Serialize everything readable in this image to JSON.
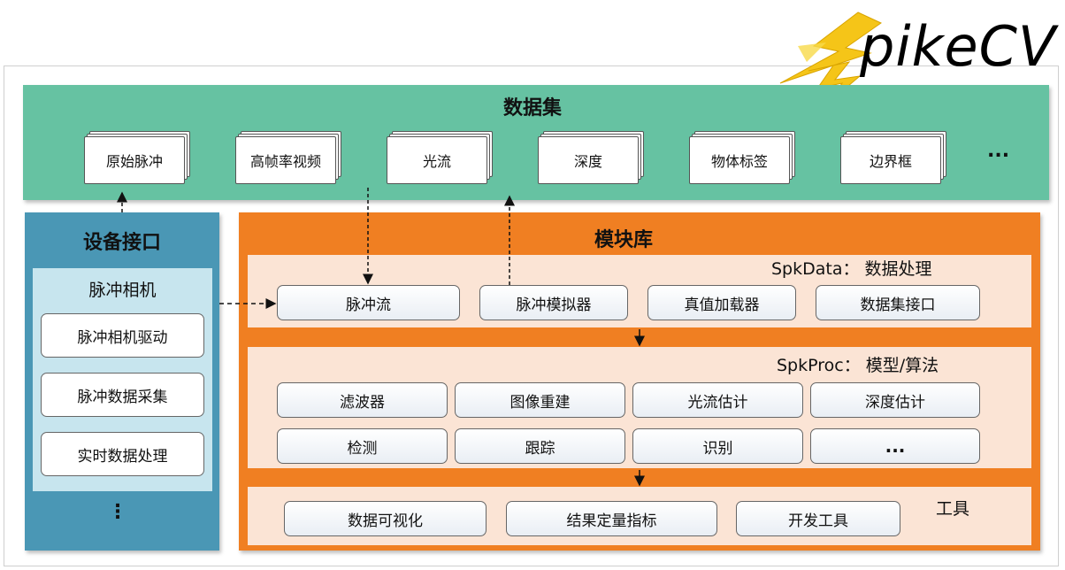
{
  "logo": {
    "text": "pikeCV"
  },
  "dataset": {
    "title": "数据集",
    "items": [
      "原始脉冲",
      "高帧率视频",
      "光流",
      "深度",
      "物体标签",
      "边界框"
    ],
    "more": "..."
  },
  "device": {
    "title": "设备接口",
    "camera_title": "脉冲相机",
    "items": [
      "脉冲相机驱动",
      "脉冲数据采集",
      "实时数据处理"
    ],
    "more": "⋮"
  },
  "module": {
    "title": "模块库",
    "spkdata": {
      "label": "SpkData：  数据处理",
      "items": [
        "脉冲流",
        "脉冲模拟器",
        "真值加载器",
        "数据集接口"
      ]
    },
    "spkproc": {
      "label": "SpkProc：  模型/算法",
      "row1": [
        "滤波器",
        "图像重建",
        "光流估计",
        "深度估计"
      ],
      "row2": [
        "检测",
        "跟踪",
        "识别"
      ],
      "more": "..."
    },
    "tools": {
      "label": "工具",
      "items": [
        "数据可视化",
        "结果定量指标",
        "开发工具"
      ]
    }
  },
  "colors": {
    "dataset": "#66c2a2",
    "device": "#4a97b5",
    "camera": "#c7e5ee",
    "module": "#f07f22",
    "panel": "#fbe4d5",
    "logo_bolt": "#f5c518"
  }
}
